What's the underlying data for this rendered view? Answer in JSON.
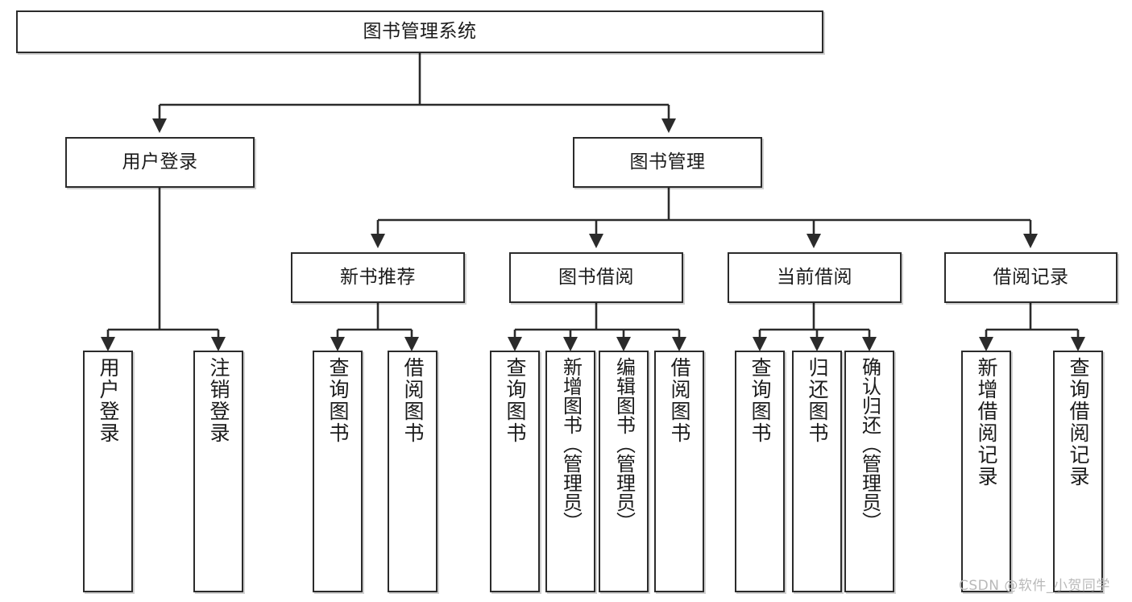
{
  "diagram": {
    "type": "tree",
    "title": "图书管理系统",
    "root": {
      "label": "图书管理系统",
      "children": [
        {
          "label": "用户登录",
          "children": [
            {
              "label": "用户登录"
            },
            {
              "label": "注销登录"
            }
          ]
        },
        {
          "label": "图书管理",
          "children": [
            {
              "label": "新书推荐",
              "children": [
                {
                  "label": "查询图书"
                },
                {
                  "label": "借阅图书"
                }
              ]
            },
            {
              "label": "图书借阅",
              "children": [
                {
                  "label": "查询图书"
                },
                {
                  "label": "新增图书（管理员）"
                },
                {
                  "label": "编辑图书（管理员）"
                },
                {
                  "label": "借阅图书"
                }
              ]
            },
            {
              "label": "当前借阅",
              "children": [
                {
                  "label": "查询图书"
                },
                {
                  "label": "归还图书"
                },
                {
                  "label": "确认归还（管理员）"
                }
              ]
            },
            {
              "label": "借阅记录",
              "children": [
                {
                  "label": "新增借阅记录"
                },
                {
                  "label": "查询借阅记录"
                }
              ]
            }
          ]
        }
      ]
    }
  },
  "nodes": {
    "root": "图书管理系统",
    "l1_user_login": "用户登录",
    "l1_book_mgmt": "图书管理",
    "l2_new_book_rec": "新书推荐",
    "l2_book_borrow": "图书借阅",
    "l2_current_borrow": "当前借阅",
    "l2_borrow_record": "借阅记录",
    "leaf_user_login": "用户登录",
    "leaf_logout": "注销登录",
    "leaf_query_book_1": "查询图书",
    "leaf_borrow_book_1": "借阅图书",
    "leaf_query_book_2": "查询图书",
    "leaf_add_book_admin": "新增图书（管理员）",
    "leaf_edit_book_admin": "编辑图书（管理员）",
    "leaf_borrow_book_2": "借阅图书",
    "leaf_query_book_3": "查询图书",
    "leaf_return_book": "归还图书",
    "leaf_confirm_return_admin": "确认归还（管理员）",
    "leaf_add_record": "新增借阅记录",
    "leaf_query_record": "查询借阅记录"
  },
  "watermark": "CSDN @软件_小贺同学",
  "colors": {
    "border": "#2b2b2b",
    "text": "#1b1b1b",
    "background": "#ffffff",
    "watermark": "#b9b9b9"
  }
}
